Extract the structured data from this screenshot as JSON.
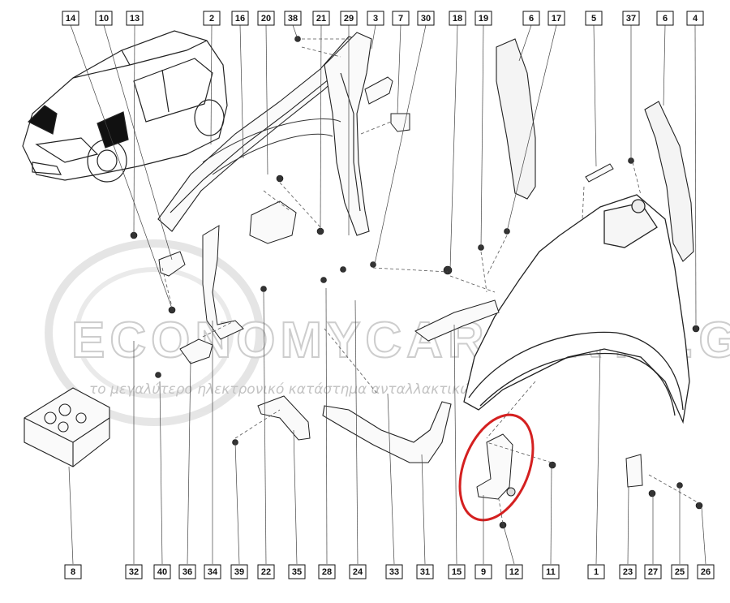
{
  "diagram": {
    "watermark": {
      "brand": "ECONOMYCARPARTS.GR",
      "tagline": "το μεγαλύτερο ηλεκτρονικό κατάστημα ανταλλακτικών"
    },
    "labels_top": [
      "14",
      "10",
      "13",
      "2",
      "16",
      "20",
      "38",
      "21",
      "29",
      "3",
      "7",
      "30",
      "18",
      "19",
      "6",
      "17",
      "5",
      "37",
      "6",
      "4"
    ],
    "labels_bottom": [
      "8",
      "32",
      "40",
      "36",
      "34",
      "39",
      "22",
      "35",
      "28",
      "24",
      "33",
      "31",
      "15",
      "9",
      "12",
      "11",
      "1",
      "23",
      "27",
      "25",
      "26"
    ],
    "highlight": {
      "color": "#d42020"
    }
  }
}
